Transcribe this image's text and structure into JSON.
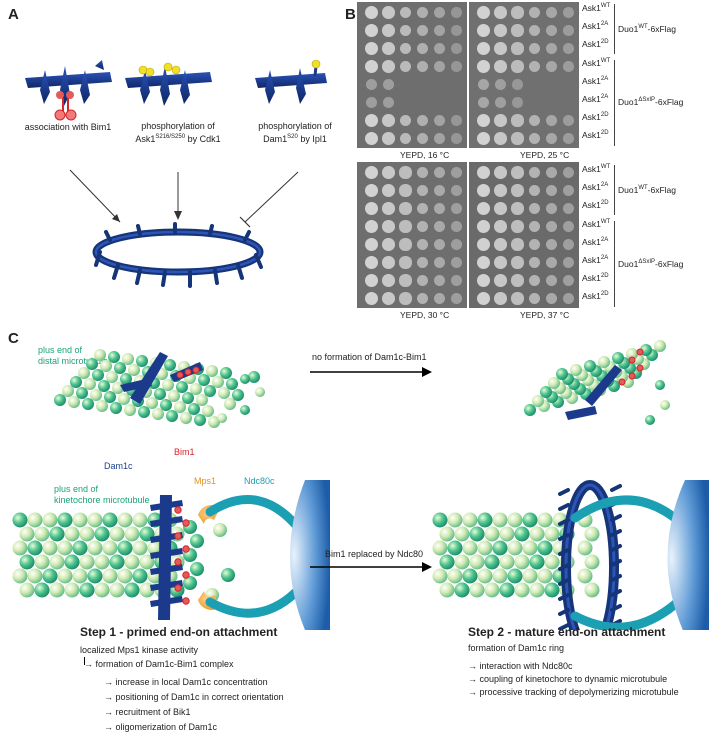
{
  "panels": {
    "a": "A",
    "b": "B",
    "c": "C"
  },
  "panelA": {
    "label1": "association with Bim1",
    "label2_prefix": "phosphorylation of",
    "label2_main": "Ask1",
    "label2_sup": "S216/S250",
    "label2_suffix": "by Cdk1",
    "label3_prefix": "phosphorylation of",
    "label3_main": "Dam1",
    "label3_sup": "S20",
    "label3_suffix": "by Ipl1"
  },
  "panelB": {
    "top_left_caption": "YEPD, 16 °C",
    "top_right_caption": "YEPD, 25 °C",
    "bot_left_caption": "YEPD, 30 °C",
    "bot_right_caption": "YEPD, 37 °C",
    "rows": [
      {
        "base": "Ask1",
        "sup": "WT"
      },
      {
        "base": "Ask1",
        "sup": "2A"
      },
      {
        "base": "Ask1",
        "sup": "2D"
      },
      {
        "base": "Ask1",
        "sup": "WT"
      },
      {
        "base": "Ask1",
        "sup": "2A"
      },
      {
        "base": "Ask1",
        "sup": "2A"
      },
      {
        "base": "Ask1",
        "sup": "2D"
      },
      {
        "base": "Ask1",
        "sup": "2D"
      }
    ],
    "group1_base": "Duo1",
    "group1_sup": "WT",
    "group1_suffix": "-6xFlag",
    "group2_base": "Duo1",
    "group2_sup": "ΔSxIP",
    "group2_suffix": "-6xFlag"
  },
  "panelC": {
    "distal_label1": "plus end of",
    "distal_label2": "distal microtubule",
    "arrow1_label": "no formation of Dam1c-Bim1",
    "dam1c_label": "Dam1c",
    "bim1_label": "Bim1",
    "mps1_label": "Mps1",
    "ndc80c_label": "Ndc80c",
    "kt_label1": "plus end of",
    "kt_label2": "kinetochore microtubule",
    "arrow2_label": "Bim1 replaced by Ndc80",
    "step1_title": "Step 1 - primed end-on attachment",
    "step1_line1": "localized Mps1 kinase activity",
    "step1_line2": "formation of Dam1c-Bim1 complex",
    "step1_items": [
      "increase in local Dam1c concentration",
      "positioning of Dam1c in correct orientation",
      "recruitment of Bik1",
      "oligomerization of Dam1c"
    ],
    "step2_title": "Step 2 - mature end-on attachment",
    "step2_line1": "formation of Dam1c ring",
    "step2_items": [
      "interaction with Ndc80c",
      "coupling of kinetochore to dynamic microtubule",
      "processive tracking of depolymerizing microtubule"
    ]
  },
  "colors": {
    "dam1c": "#1b3a8c",
    "bim1": "#d8232a",
    "mps1": "#e5901d",
    "ndc80": "#1a9fb3",
    "tubulin_light": "#e8f4c4",
    "tubulin_dark": "#2fb38a",
    "plate_bg": "#7a7a7a"
  }
}
